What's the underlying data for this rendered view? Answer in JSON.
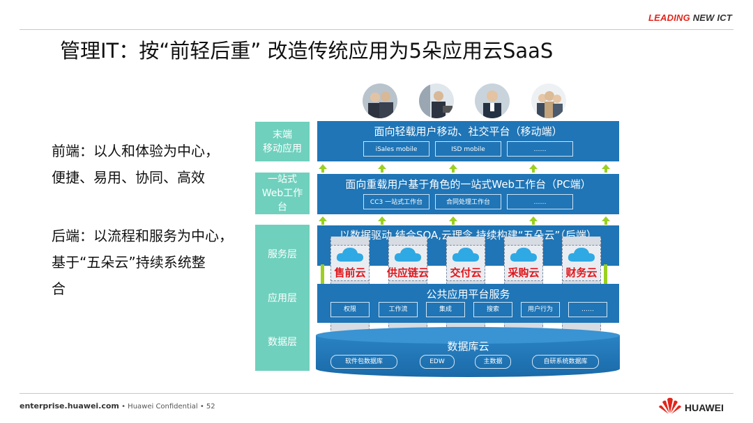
{
  "header": {
    "brand_red": "LEADING",
    "brand_dark": " NEW ICT",
    "title": "管理IT：按“前轻后重” 改造传统应用为5朵应用云SaaS"
  },
  "left_text": {
    "front_line1": "前端：以人和体验为中心，",
    "front_line2": "便捷、易用、协同、高效",
    "back_line1": "后端：以流程和服务为中心，",
    "back_line2": "基于“五朵云”持续系统整",
    "back_line3": "合"
  },
  "side_labels": {
    "mobile": [
      "末端",
      "移动应用"
    ],
    "web": [
      "一站式",
      "Web工作",
      "台"
    ],
    "service": "服务层",
    "app": "应用层",
    "data": "数据层"
  },
  "mobile_bar": {
    "title": "面向轻载用户移动、社交平台（移动端）",
    "boxes": [
      "iSales mobile",
      "ISD mobile",
      "……"
    ]
  },
  "web_bar": {
    "title": "面向重载用户基于角色的一站式Web工作台（PC端）",
    "boxes": [
      "CC3 一站式工作台",
      "合同处理工作台",
      "……"
    ]
  },
  "service_bar": {
    "title": "以数据驱动,结合SOA,云理念,持续构建“五朵云”（后端）"
  },
  "clouds": [
    "售前云",
    "供应链云",
    "交付云",
    "采购云",
    "财务云"
  ],
  "platform_bar": {
    "title": "公共应用平台服务",
    "boxes": [
      "权限",
      "工作流",
      "集成",
      "搜索",
      "用户行为",
      "……"
    ]
  },
  "database": {
    "title": "数据库云",
    "boxes": [
      "软件包数据库",
      "EDW",
      "主数据",
      "自研系统数据库"
    ]
  },
  "footer": {
    "site": "enterprise.huawei.com",
    "bullet1": "•",
    "confidential": "Huawei Confidential",
    "bullet2": "•",
    "page": "52",
    "logo_text": "HUAWEI"
  },
  "colors": {
    "bar_blue": "#1f75b6",
    "side_teal": "#6fd0bd",
    "arrow_green": "#9bd020",
    "cloud_red": "#e0161b",
    "brand_red": "#e1251b"
  },
  "icons": [
    "person-photo-icon",
    "cloud-icon",
    "huawei-logo-icon"
  ]
}
